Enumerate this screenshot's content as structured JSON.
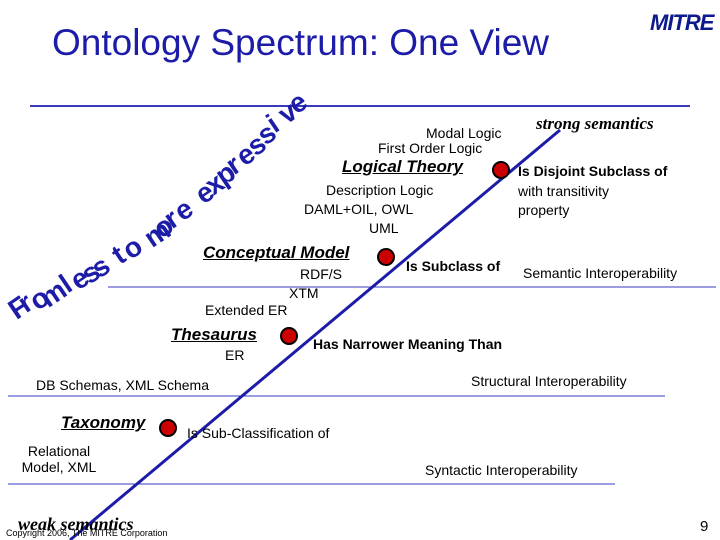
{
  "title": "Ontology Spectrum: One View",
  "logo": "MITRE",
  "arc_text": "From less to more expressive",
  "ends": {
    "top": "strong semantics",
    "bottom": "weak semantics"
  },
  "nodes": [
    {
      "label": "Logical Theory",
      "relation": "Is Disjoint Subclass of with transitivity property"
    },
    {
      "label": "Conceptual Model",
      "relation": "Is Subclass of"
    },
    {
      "label": "Thesaurus",
      "relation": "Has Narrower Meaning Than"
    },
    {
      "label": "Taxonomy",
      "relation": "Is Sub-Classification of"
    }
  ],
  "examples": {
    "modal_logic": "Modal Logic",
    "first_order_logic": "First Order Logic",
    "description_logic": "Description Logic",
    "daml_oil_owl": "DAML+OIL, OWL",
    "uml": "UML",
    "rdfs": "RDF/S",
    "xtm": "XTM",
    "extended_er": "Extended ER",
    "er": "ER",
    "db_schemas": "DB Schemas, XML Schema",
    "relational_model": "Relational Model, XML"
  },
  "relations": {
    "logical_theory_line1": "Is Disjoint Subclass of",
    "logical_theory_line2": "with transitivity",
    "logical_theory_line3": "property",
    "conceptual_model": "Is Subclass of",
    "thesaurus": "Has Narrower Meaning Than",
    "taxonomy": "Is Sub-Classification of"
  },
  "interoperability": {
    "semantic": "Semantic Interoperability",
    "structural": "Structural Interoperability",
    "syntactic": "Syntactic Interoperability"
  },
  "footer": {
    "copyright": "Copyright 2006, The MITRE Corporation",
    "page_number": "9"
  },
  "colors": {
    "title": "#1c1ca8",
    "arc_text": "#1c1ca8",
    "node_fill": "#cc0000",
    "diagonal": "#1c1ca8",
    "rule": "#3a3ac0"
  }
}
